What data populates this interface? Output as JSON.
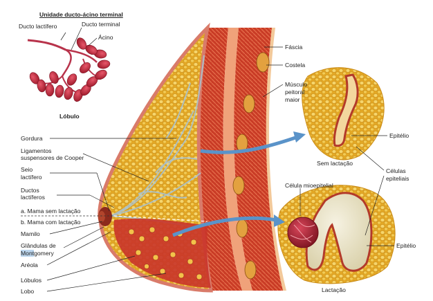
{
  "unit": {
    "title": "Unidade ducto-ácino terminal",
    "ducto_lactifero": "Ducto lactífero",
    "ducto_terminal": "Ducto terminal",
    "acino": "Ácino",
    "lobulo": "Lóbulo"
  },
  "left_labels": {
    "gordura": "Gordura",
    "ligamentos_1": "Ligamentos",
    "ligamentos_2": "suspensores de Cooper",
    "seio_1": "Seio",
    "seio_2": "lactífero",
    "ductos_1": "Ductos",
    "ductos_2": "lactíferos",
    "mama_sem": "a. Mama sem lactação",
    "mama_com": "b. Mama com lactação",
    "mamilo": "Mamilo",
    "glandulas_1": "Glândulas de",
    "glandulas_2_hl": "Mont",
    "glandulas_2_rest": "gomery",
    "areola": "Aréola",
    "lobulos": "Lóbulos",
    "lobo": "Lobo"
  },
  "right_labels": {
    "fascia": "Fáscia",
    "costela": "Costela",
    "musculo_1": "Músculo",
    "musculo_2": "peitoral",
    "musculo_3": "maior",
    "epitelio_top": "Epitélio",
    "sem_lactacao": "Sem lactação",
    "celulas_1": "Células",
    "celulas_2": "epiteliais",
    "celula_mio": "Célula mioepitelial",
    "epitelio_bottom": "Epitélio",
    "lactacao": "Lactação"
  }
}
